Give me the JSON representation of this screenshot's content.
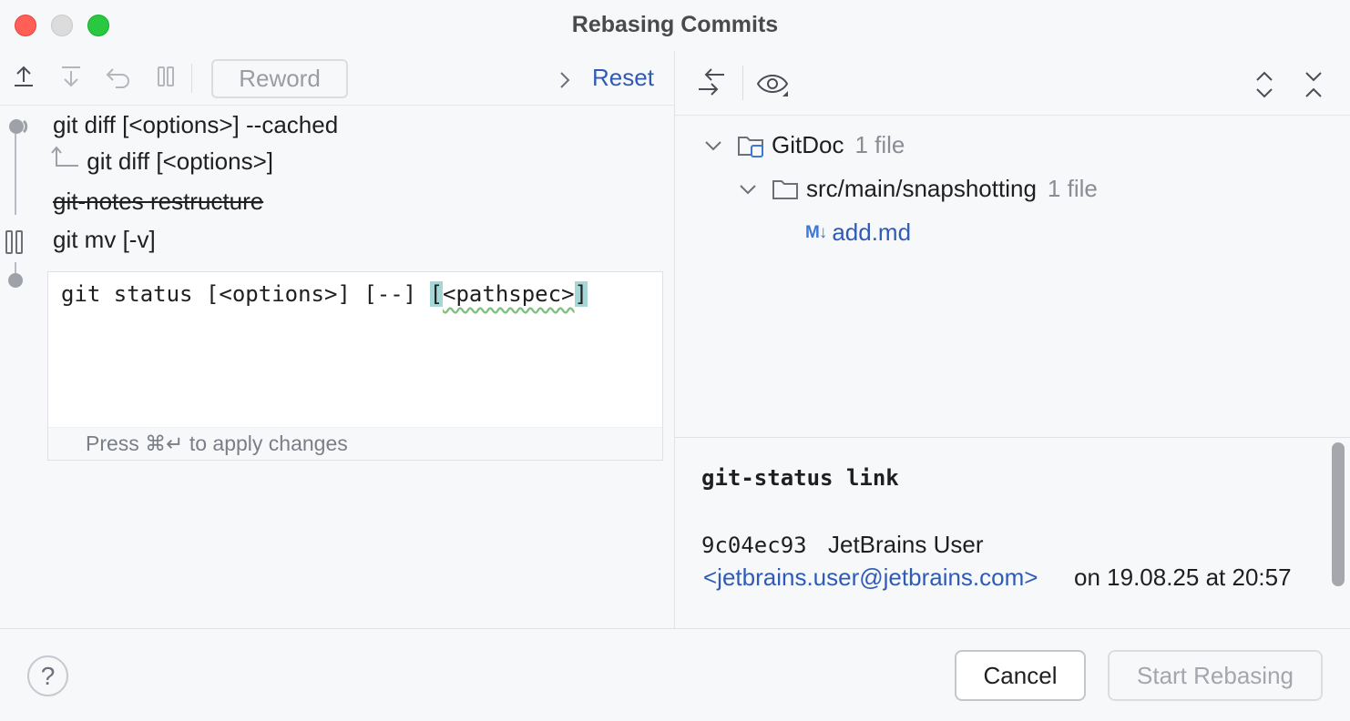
{
  "window": {
    "title": "Rebasing Commits"
  },
  "toolbar": {
    "move_up_icon": "move-up-icon",
    "move_down_icon": "move-down-icon",
    "undo_icon": "undo-icon",
    "pause_icon": "pause-icon",
    "reword_label": "Reword",
    "reset_label": "Reset"
  },
  "commits": [
    {
      "text": "git diff [<options>] --cached",
      "state": "normal"
    },
    {
      "text": "git diff [<options>]",
      "state": "squashed"
    },
    {
      "text": "git-notes restructure",
      "state": "dropped"
    },
    {
      "text": "git mv [-v]",
      "state": "paused"
    }
  ],
  "editor": {
    "text_before": "git status [<options>] [--] ",
    "open_bracket": "[",
    "squiggle": "<pathspec>",
    "close_bracket": "]",
    "hint": "Press ⌘↵ to apply changes"
  },
  "changes_tree": {
    "root": {
      "name": "GitDoc",
      "count": "1 file"
    },
    "folder": {
      "name": "src/main/snapshotting",
      "count": "1 file"
    },
    "file": {
      "badge": "M↓",
      "name": "add.md"
    }
  },
  "details": {
    "title": "git-status link",
    "hash": "9c04ec93",
    "author": "JetBrains User",
    "email": "<jetbrains.user@jetbrains.com>",
    "date": "on 19.08.25 at 20:57"
  },
  "footer": {
    "help": "?",
    "cancel_label": "Cancel",
    "start_label": "Start Rebasing"
  },
  "colors": {
    "accent": "#2f5bb7",
    "bracket_highlight": "#a6d6d6",
    "close": "#ff5f57",
    "maximize": "#28c840"
  }
}
